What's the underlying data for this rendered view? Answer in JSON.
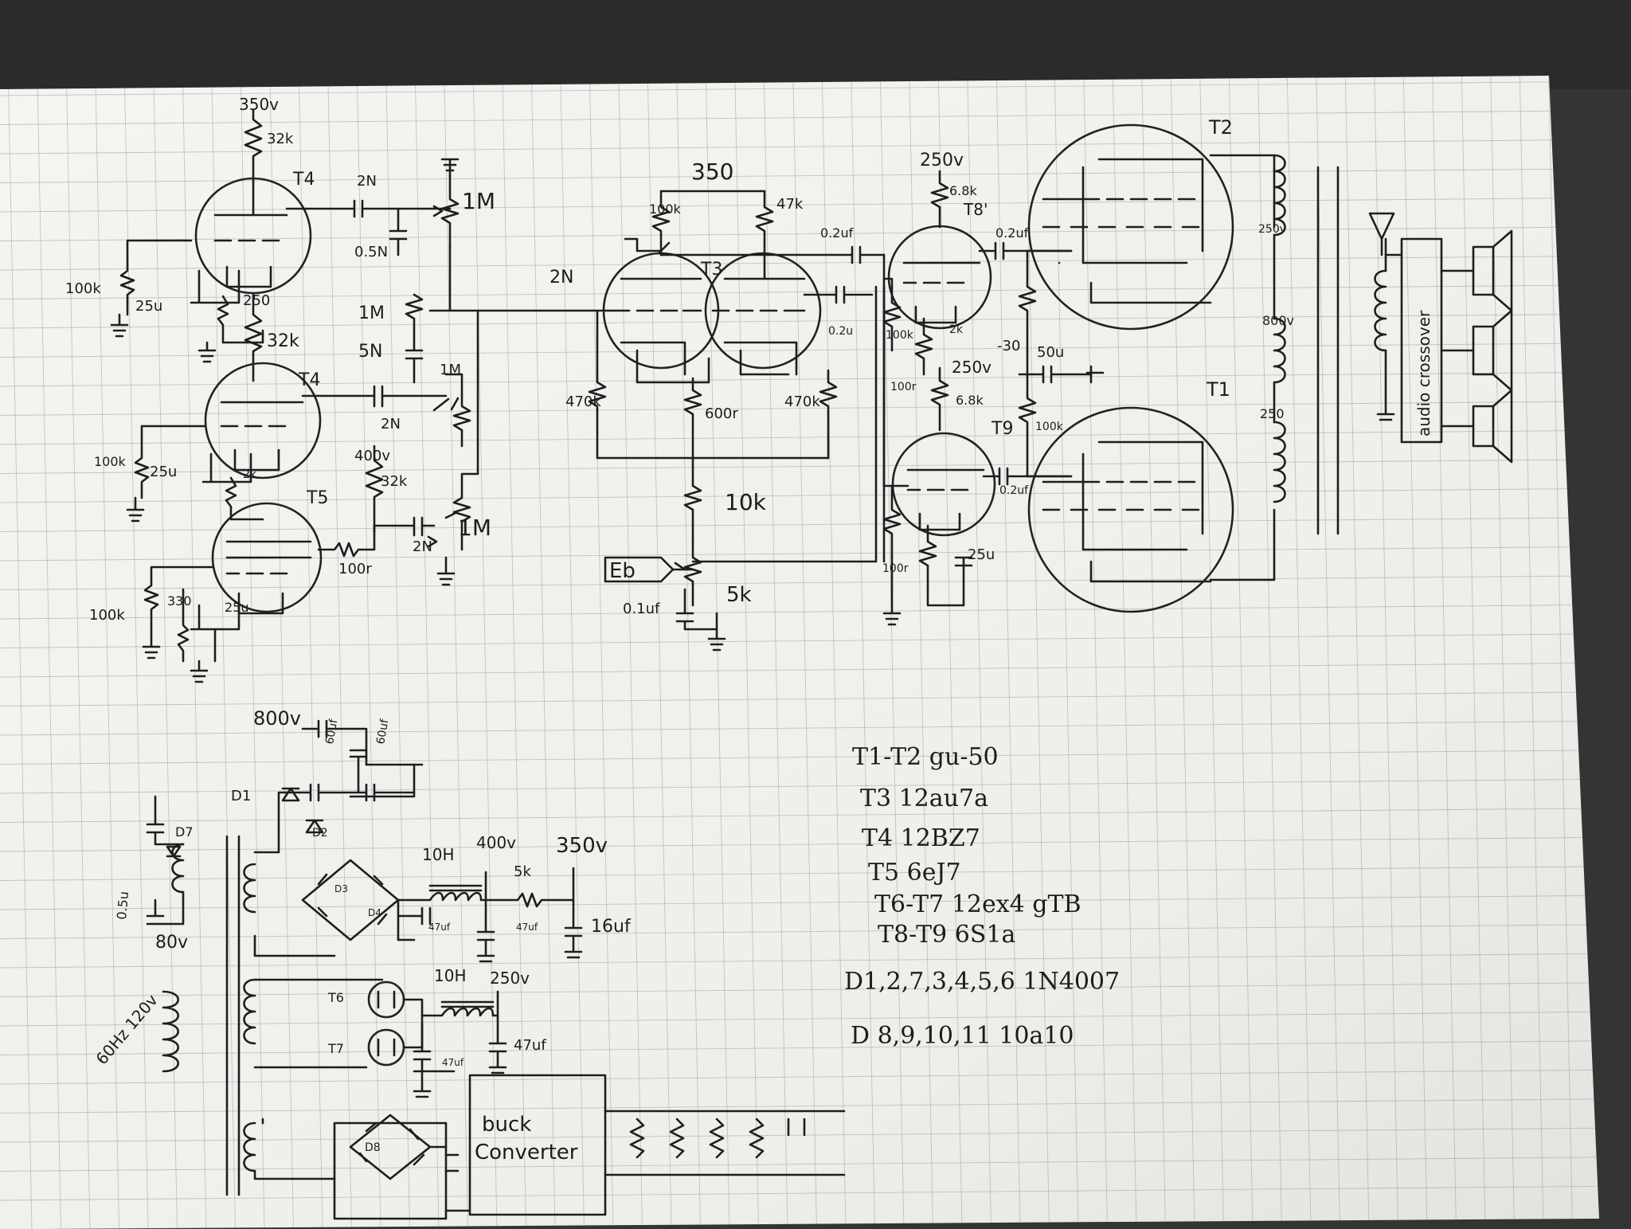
{
  "tube_labels": {
    "t4a": "T4",
    "t4b": "T4",
    "t5": "T5",
    "t3": "T3",
    "t8": "T8'",
    "t9": "T9",
    "t2": "T2",
    "t1": "T1",
    "t6": "T6",
    "t7": "T7"
  },
  "preamp_labels": {
    "v350_top": "350v",
    "r32k_a": "32k",
    "r100k_a": "100k",
    "c25u_a": "25u",
    "v250_a": "250",
    "r32k_b": "32k",
    "c2n_a": "2N",
    "pot1m_a": "1M",
    "c05n": "0.5N",
    "r1m_b": "1M",
    "c5n": "5N",
    "c2n_b": "2N",
    "pot1m_c": "1M",
    "r100k_b": "100k",
    "c25u_b": "25u",
    "r2k": "2k",
    "v400_a": "400v",
    "r32k_c": "32k",
    "c2n_c": "2N",
    "pot1m_d": "1M",
    "r100r": "100r",
    "r100k_c": "100k",
    "r330": "330",
    "c25u_c": "25u"
  },
  "phase_labels": {
    "v350_mid": "350",
    "c2n_in": "2N",
    "r100k_d": "100k",
    "r47k": "47k",
    "c02u_a": "0.2uf",
    "c02u_b": "0.2u",
    "r470k_a": "470k",
    "r600r": "600r",
    "r470k_b": "470k",
    "r10k": "10k",
    "eb": "Eb",
    "r5k": "5k",
    "c01u": "0.1uf"
  },
  "driver_labels": {
    "v250_b": "250v",
    "r68k_a": "6.8k",
    "c02u_c": "0.2uf",
    "r100k_e": "100k",
    "r100r_b": "100r",
    "r2k_b": "2k",
    "v250_c": "250v",
    "r68k_b": "6.8k",
    "v_neg30": "-30",
    "c50u": "50u",
    "r100k_f": "100k",
    "c02u_d": "0.2uf",
    "r100r_c": "100r",
    "c25u_d": "25u"
  },
  "output_labels": {
    "v250_t2": "250v",
    "v800": "800v",
    "v250_t1": "250",
    "crossover": "audio crossover"
  },
  "psu_labels": {
    "v800_psu": "800v",
    "c60u": "60uf",
    "c60u_b": "60uf",
    "d1": "D1",
    "d2": "D2",
    "d7": "D7",
    "c05u": "0.5u",
    "v80": "80v",
    "mains": "60Hz 120v",
    "l10h_a": "10H",
    "v400_psu": "400v",
    "v350_psu": "350v",
    "r5k_psu": "5k",
    "c16u": "16uf",
    "c47u_a": "47uf",
    "c47u_b": "47uf",
    "d3": "D3",
    "d4": "D4",
    "l10h_b": "10H",
    "v250_psu": "250v",
    "c47u_c": "47uf",
    "c47u_d": "47uf",
    "d8": "D8",
    "buck_line1": "buck",
    "buck_line2": "Converter"
  },
  "legend": [
    "T1-T2 gu-50",
    "T3 12au7a",
    "T4 12BZ7",
    "T5 6eJ7",
    "T6-T7 12ex4 gTB",
    "T8-T9 6S1a",
    "D1,2,7,3,4,5,6 1N4007",
    "D 8,9,10,11 10a10"
  ],
  "colors": {
    "paper": "#f2f2ef",
    "ink": "#1e1e1e",
    "background": "#3a3a3a",
    "grid": "#9aa0a6"
  }
}
